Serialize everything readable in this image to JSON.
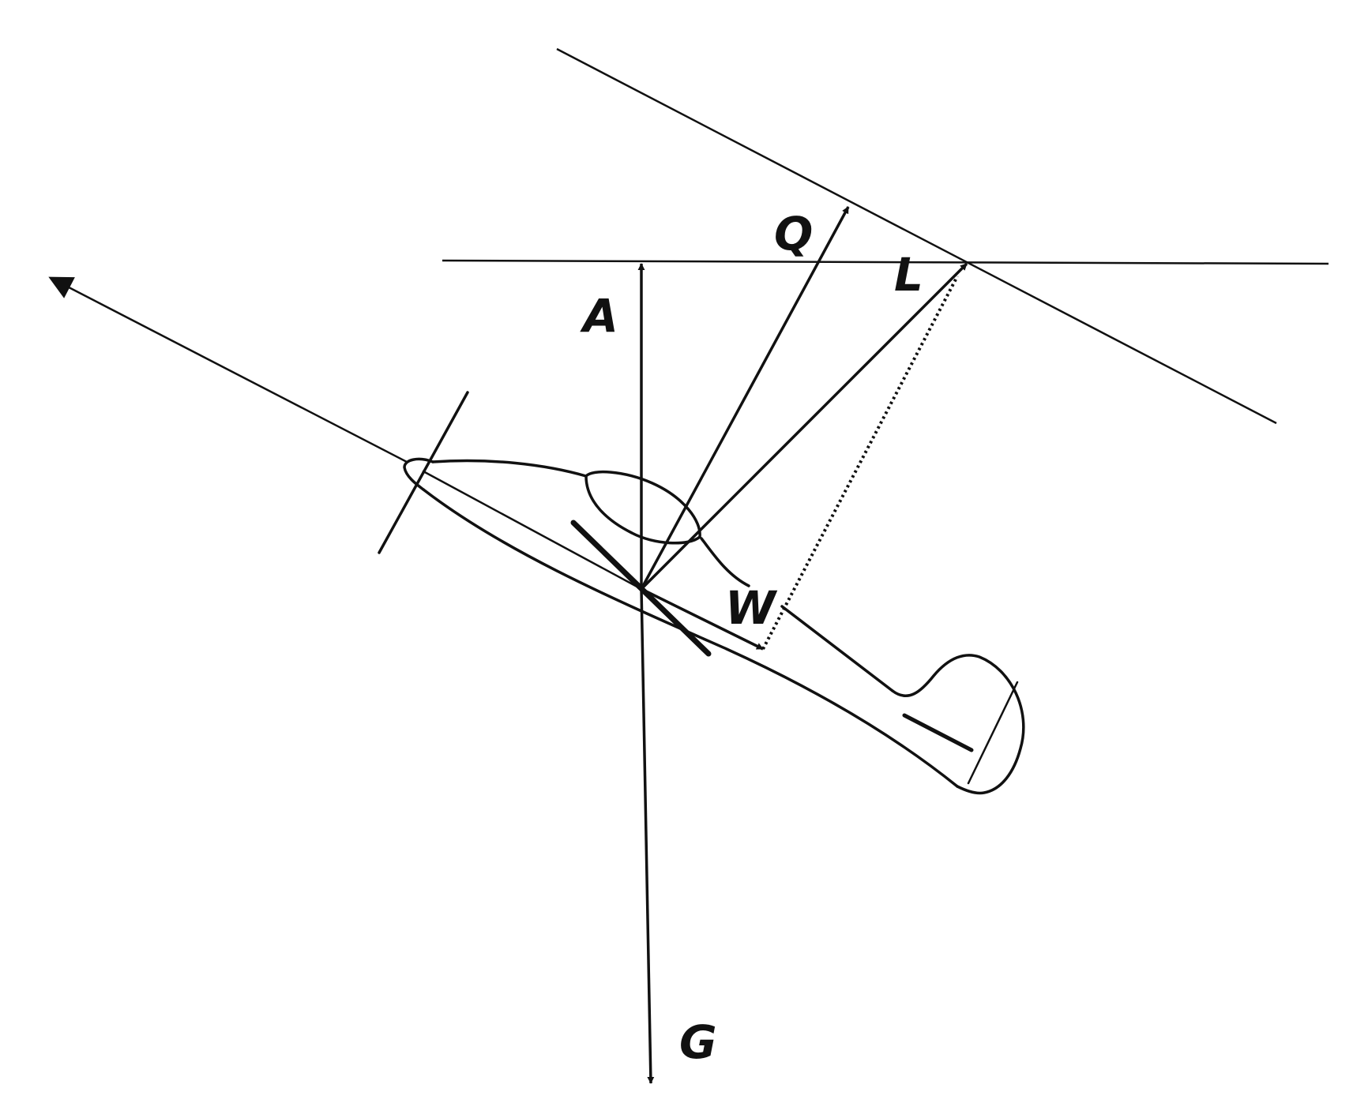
{
  "diagram": {
    "labels": {
      "A": "A",
      "Q": "Q",
      "L": "L",
      "W": "W",
      "G": "G"
    },
    "colors": {
      "ink": "#111111",
      "background": "#ffffff"
    }
  }
}
